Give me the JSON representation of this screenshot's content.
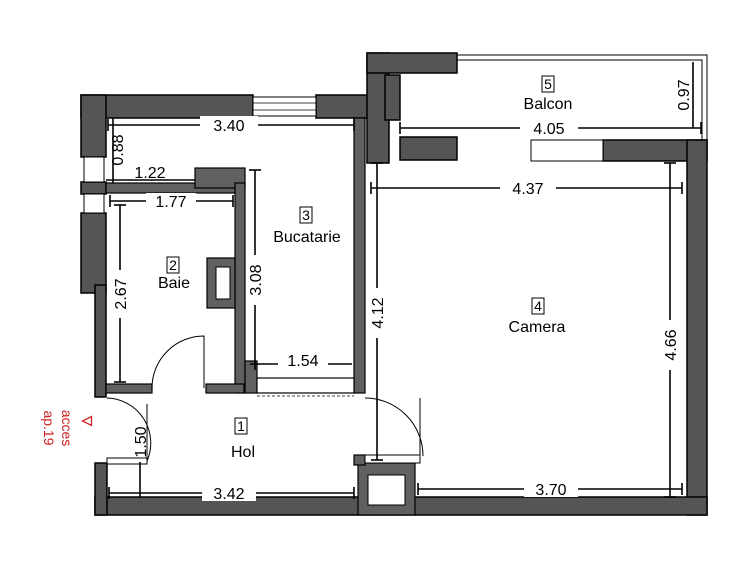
{
  "rooms": [
    {
      "num": "1",
      "name": "Hol"
    },
    {
      "num": "2",
      "name": "Baie"
    },
    {
      "num": "3",
      "name": "Bucatarie"
    },
    {
      "num": "4",
      "name": "Camera"
    },
    {
      "num": "5",
      "name": "Balcon"
    }
  ],
  "dims": {
    "d340": "3.40",
    "d405": "4.05",
    "d097": "0.97",
    "d088": "0.88",
    "d122": "1.22",
    "d177": "1.77",
    "d437": "4.37",
    "d267": "2.67",
    "d308": "3.08",
    "d412": "4.12",
    "d466": "4.66",
    "d154": "1.54",
    "d150": "1.50",
    "d342": "3.42",
    "d370": "3.70"
  },
  "access": {
    "line1": "acces",
    "line2": "ap.19"
  },
  "colors": {
    "wall": "#555555",
    "access": "#d02020"
  }
}
